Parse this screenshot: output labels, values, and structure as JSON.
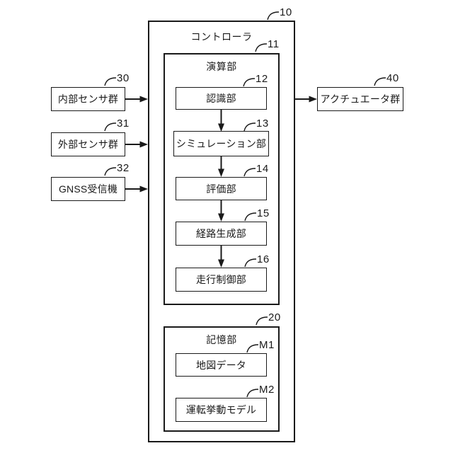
{
  "colors": {
    "line": "#1a1a1a",
    "background": "#ffffff"
  },
  "figure": {
    "controller": {
      "label": "コントローラ",
      "ref": "10"
    },
    "compute_unit": {
      "label": "演算部",
      "ref": "11"
    },
    "compute_blocks": [
      {
        "label": "認識部",
        "ref": "12"
      },
      {
        "label": "シミュレーション部",
        "ref": "13"
      },
      {
        "label": "評価部",
        "ref": "14"
      },
      {
        "label": "経路生成部",
        "ref": "15"
      },
      {
        "label": "走行制御部",
        "ref": "16"
      }
    ],
    "storage_unit": {
      "label": "記憶部",
      "ref": "20"
    },
    "storage_blocks": [
      {
        "label": "地図データ",
        "ref": "M1"
      },
      {
        "label": "運転挙動モデル",
        "ref": "M2"
      }
    ],
    "input_blocks": [
      {
        "label": "内部センサ群",
        "ref": "30"
      },
      {
        "label": "外部センサ群",
        "ref": "31"
      },
      {
        "label": "GNSS受信機",
        "ref": "32"
      }
    ],
    "output_blocks": [
      {
        "label": "アクチュエータ群",
        "ref": "40"
      }
    ]
  }
}
